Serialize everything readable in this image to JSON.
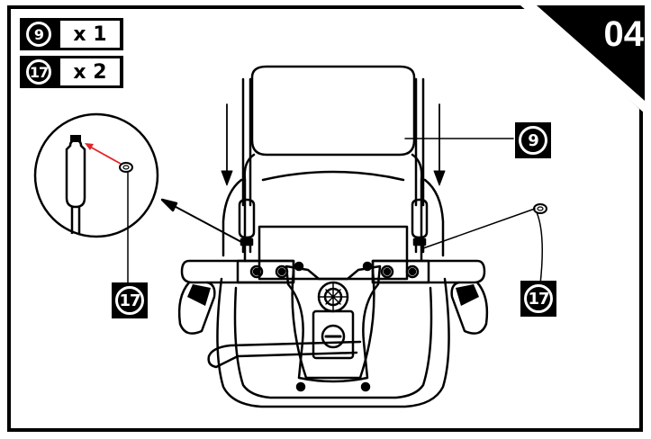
{
  "step": {
    "number": "04"
  },
  "parts": [
    {
      "part": "9",
      "qty": "x 1"
    },
    {
      "part": "17",
      "qty": "x 2"
    }
  ],
  "callouts": {
    "backrest_part": "9",
    "left_washer_part": "17",
    "right_washer_part": "17"
  },
  "colors": {
    "ink": "#000000",
    "paper": "#ffffff",
    "accent_arrow": "#e3262a"
  }
}
